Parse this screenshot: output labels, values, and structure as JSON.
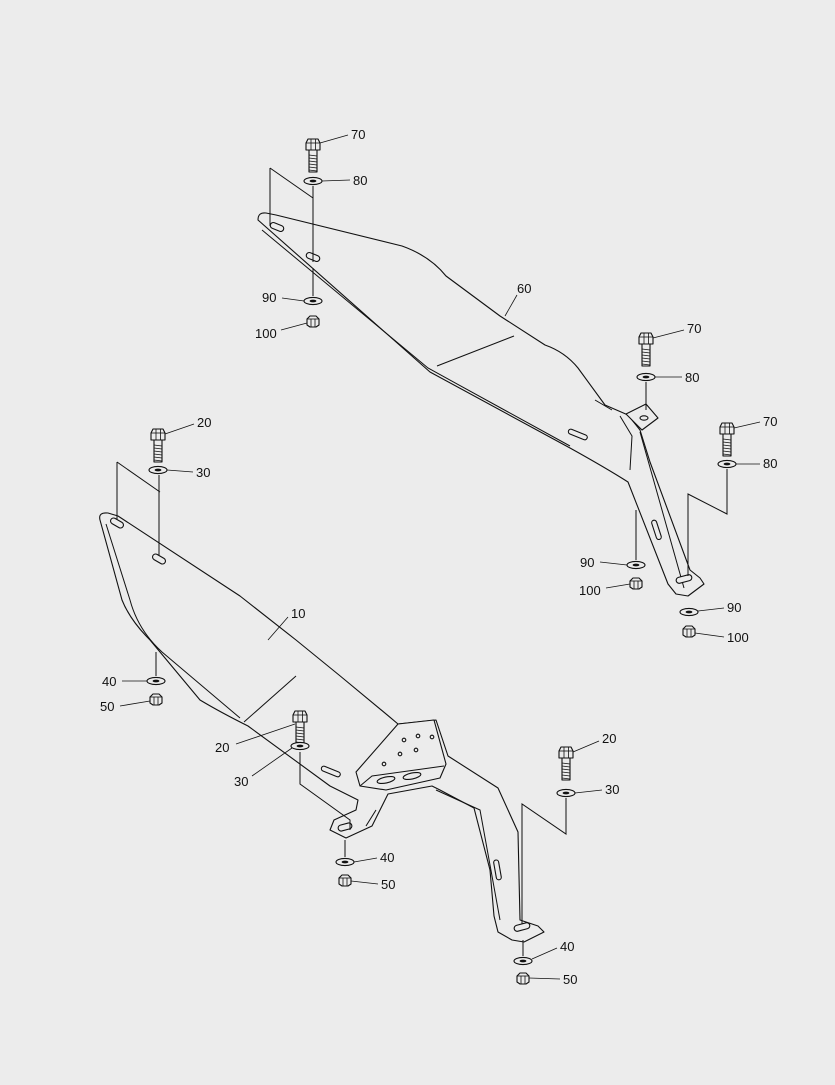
{
  "diagram": {
    "background": "#ececec",
    "ink": "#111111",
    "callouts": {
      "c1": "70",
      "c2": "80",
      "c3": "60",
      "c4": "90",
      "c5": "100",
      "c6": "70",
      "c7": "80",
      "c8": "70",
      "c9": "80",
      "c10": "90",
      "c11": "100",
      "c12": "90",
      "c13": "100",
      "c14": "20",
      "c15": "30",
      "c16": "10",
      "c17": "40",
      "c18": "50",
      "c19": "20",
      "c20": "30",
      "c21": "20",
      "c22": "30",
      "c23": "40",
      "c24": "50",
      "c25": "40",
      "c26": "50"
    }
  }
}
